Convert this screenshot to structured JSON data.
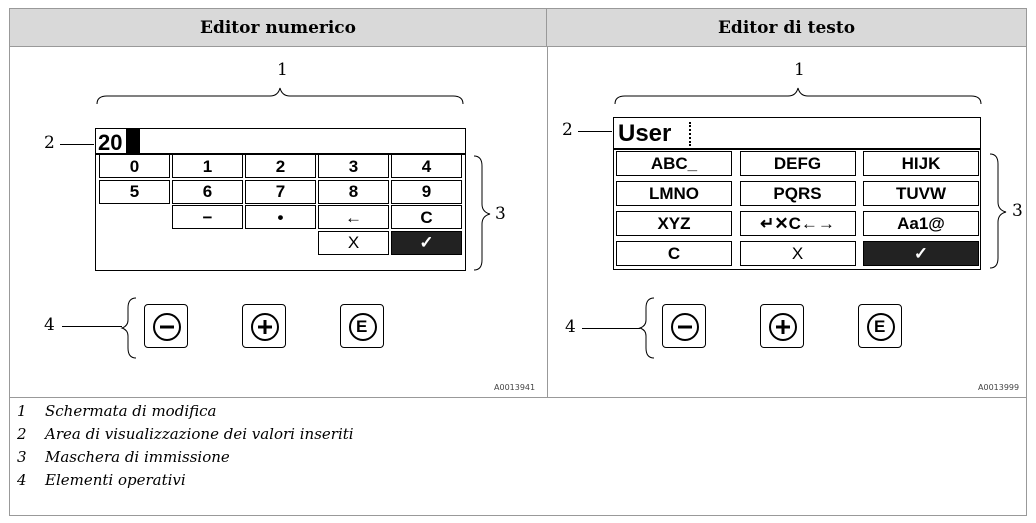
{
  "headers": {
    "left": "Editor numerico",
    "right": "Editor di testo"
  },
  "numeric": {
    "display_value": "20",
    "keys": [
      [
        "0",
        "1",
        "2",
        "3",
        "4"
      ],
      [
        "5",
        "6",
        "7",
        "8",
        "9"
      ],
      [
        "",
        "−",
        "•",
        "←",
        "C"
      ],
      [
        "",
        "",
        "",
        "X",
        "✓"
      ]
    ],
    "reference": "A0013941"
  },
  "text": {
    "display_value": "User",
    "keys": [
      [
        "ABC_",
        "DEFG",
        "HIJK"
      ],
      [
        "LMNO",
        "PQRS",
        "TUVW"
      ],
      [
        "XYZ",
        "↵✕C←→",
        "Aa1@"
      ],
      [
        "C",
        "X",
        "✓"
      ]
    ],
    "reference": "A0013999"
  },
  "callouts": {
    "c1": "1",
    "c2": "2",
    "c3": "3",
    "c4": "4"
  },
  "operating_icons": [
    "minus-icon",
    "plus-icon",
    "enter-icon"
  ],
  "operating_labels": {
    "enter": "E"
  },
  "legend": [
    {
      "num": "1",
      "text": "Schermata di modifica"
    },
    {
      "num": "2",
      "text": "Area di visualizzazione dei valori inseriti"
    },
    {
      "num": "3",
      "text": "Maschera di immissione"
    },
    {
      "num": "4",
      "text": "Elementi operativi"
    }
  ]
}
